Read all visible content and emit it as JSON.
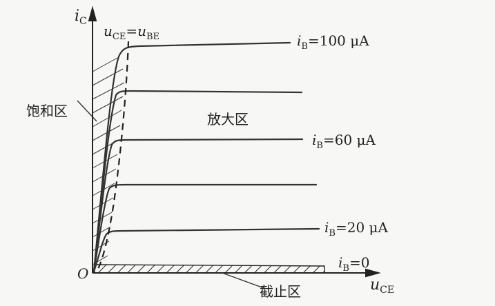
{
  "axes": {
    "y_symbol": "i",
    "y_subscript": "C",
    "x_symbol": "u",
    "x_subscript": "CE",
    "origin": "O"
  },
  "boundary_label": {
    "left_symbol": "u",
    "left_sub": "CE",
    "equals": "=",
    "right_symbol": "u",
    "right_sub": "BE"
  },
  "regions": {
    "saturation": "饱和区",
    "active": "放大区",
    "cutoff": "截止区"
  },
  "curve_labels": [
    {
      "symbol": "i",
      "sub": "B",
      "value": "=100 μA"
    },
    {
      "symbol": "i",
      "sub": "B",
      "value": "=60 μA"
    },
    {
      "symbol": "i",
      "sub": "B",
      "value": "=20 μA"
    },
    {
      "symbol": "i",
      "sub": "B",
      "value": "=0"
    }
  ],
  "colors": {
    "ink": "#222222",
    "background": "#f7f7f5"
  }
}
